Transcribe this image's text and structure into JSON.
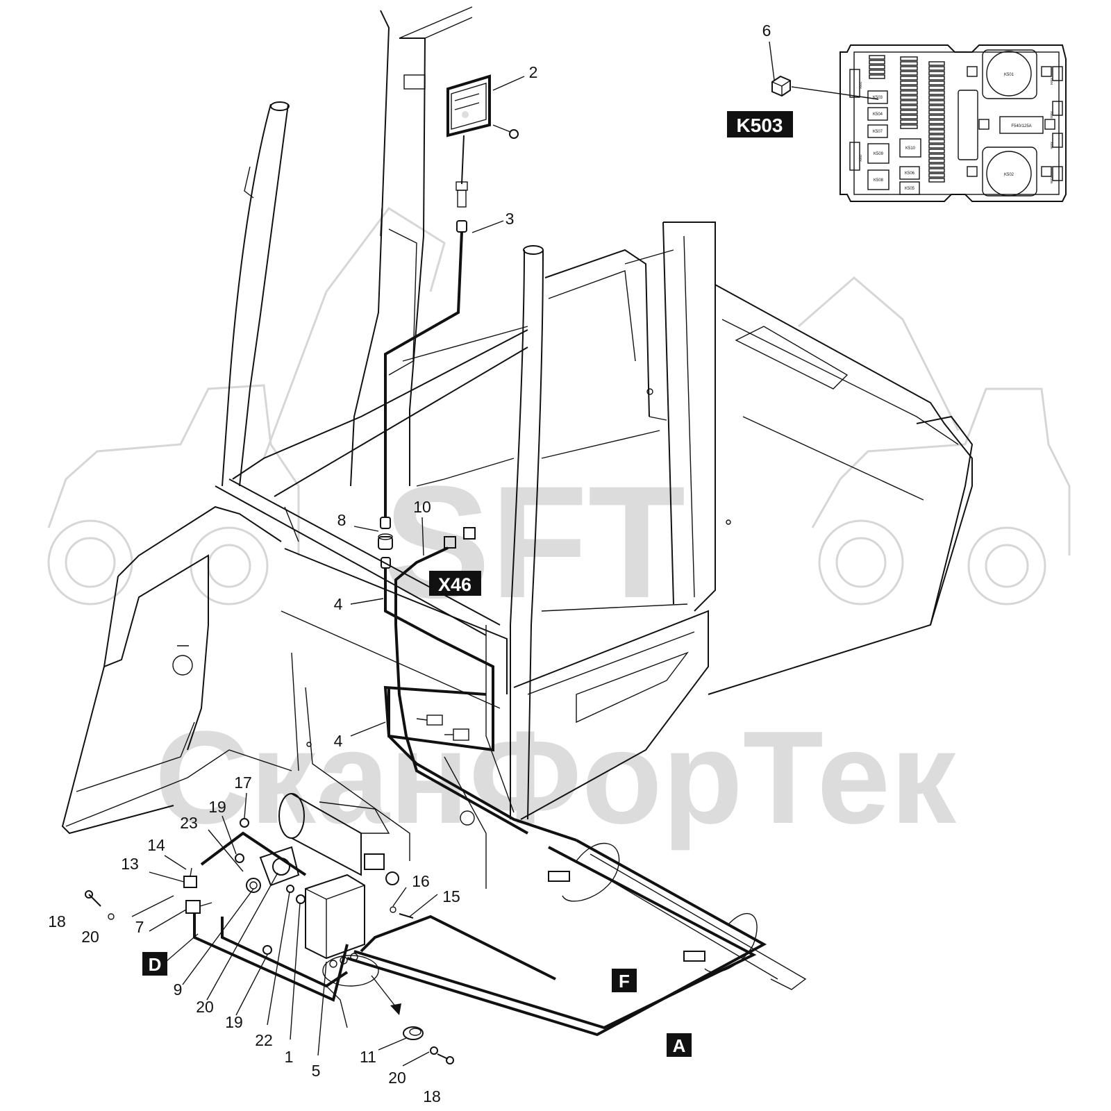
{
  "watermark": {
    "logo_text": "SFT",
    "brand_text": "СканФорТек"
  },
  "part_labels": [
    {
      "id": "p6",
      "text": "6"
    },
    {
      "id": "p2",
      "text": "2"
    },
    {
      "id": "p3",
      "text": "3"
    },
    {
      "id": "p8",
      "text": "8"
    },
    {
      "id": "p10",
      "text": "10"
    },
    {
      "id": "p4a",
      "text": "4"
    },
    {
      "id": "p4b",
      "text": "4"
    },
    {
      "id": "p17",
      "text": "17"
    },
    {
      "id": "p19a",
      "text": "19"
    },
    {
      "id": "p23",
      "text": "23"
    },
    {
      "id": "p14",
      "text": "14"
    },
    {
      "id": "p13",
      "text": "13"
    },
    {
      "id": "p18a",
      "text": "18"
    },
    {
      "id": "p20a",
      "text": "20"
    },
    {
      "id": "p7",
      "text": "7"
    },
    {
      "id": "p9",
      "text": "9"
    },
    {
      "id": "p20b",
      "text": "20"
    },
    {
      "id": "p19b",
      "text": "19"
    },
    {
      "id": "p22",
      "text": "22"
    },
    {
      "id": "p1",
      "text": "1"
    },
    {
      "id": "p5",
      "text": "5"
    },
    {
      "id": "p11",
      "text": "11"
    },
    {
      "id": "p20c",
      "text": "20"
    },
    {
      "id": "p18b",
      "text": "18"
    },
    {
      "id": "p16",
      "text": "16"
    },
    {
      "id": "p15",
      "text": "15"
    }
  ],
  "callouts": {
    "k503": "K503",
    "x46": "X46",
    "d": "D",
    "f": "F",
    "a": "A"
  },
  "fuse_panel": {
    "relays": {
      "k501": "K501",
      "k502": "K502",
      "k503": "K503",
      "k504": "K504",
      "k505": "K505",
      "k506": "K506",
      "k507": "K507",
      "k508": "K508",
      "k509": "K509",
      "k510": "K510"
    },
    "main_fuse": "F540/125A",
    "connectors": {
      "x501": "X501",
      "x502": "X502",
      "x503": "X503",
      "x504": "X504",
      "x505": "X505",
      "x506": "X506"
    }
  }
}
